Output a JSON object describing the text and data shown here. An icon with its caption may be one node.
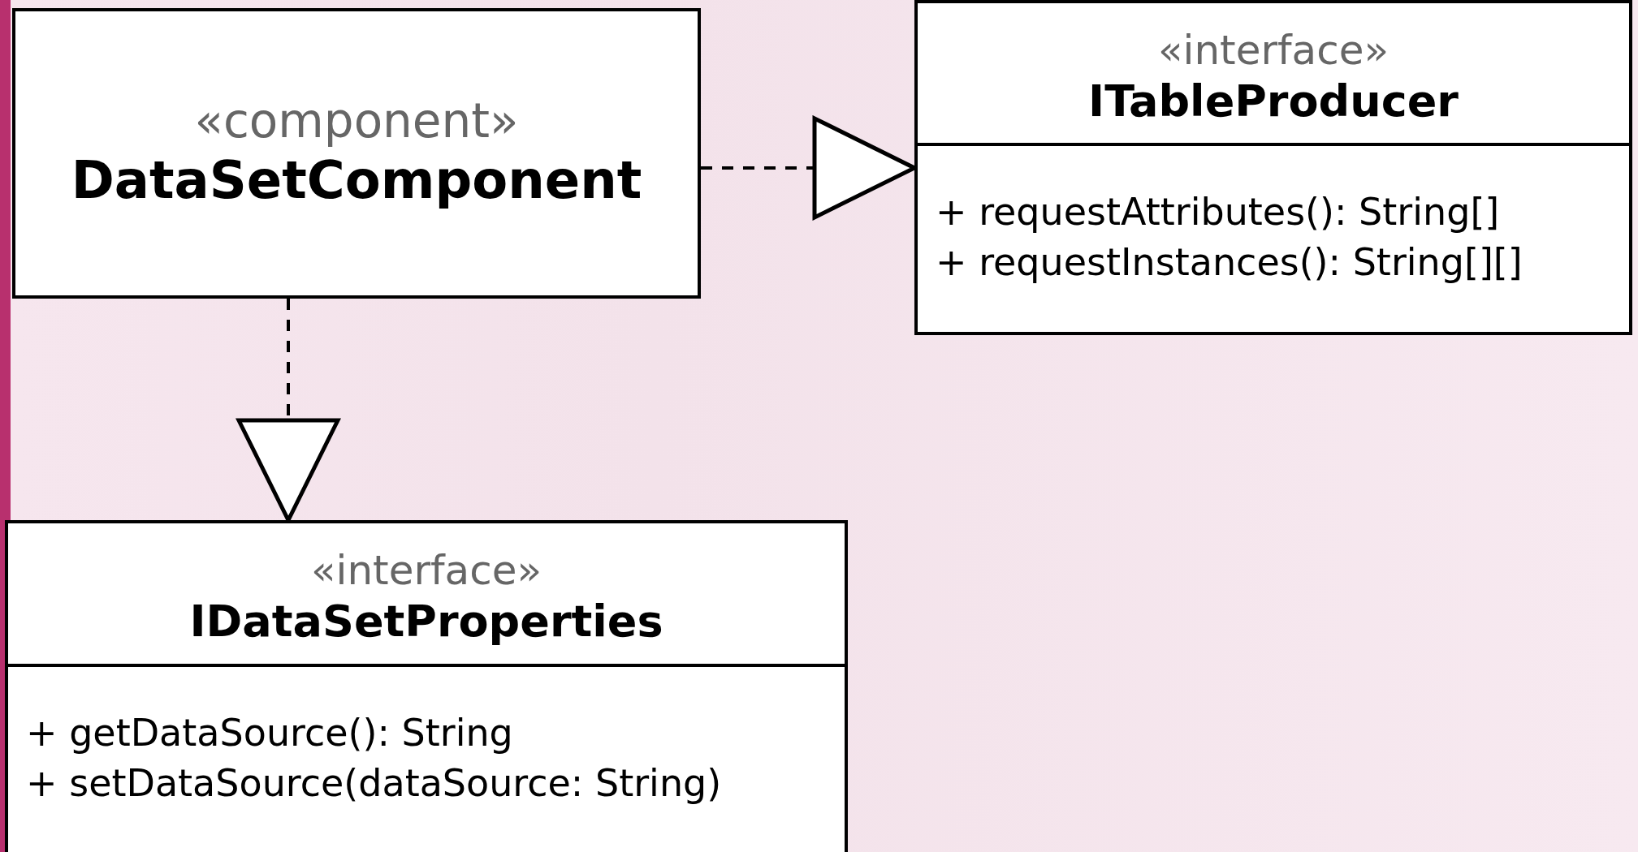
{
  "diagram": {
    "nodes": [
      {
        "text": [
          "«component»",
          "DataSetComponent"
        ]
      },
      {
        "text": [
          "«interface»",
          "ITableProducer",
          "+ requestAttributes(): String[]",
          "+ requestInstances(): String[][]"
        ]
      },
      {
        "text": [
          "«interface»",
          "IDataSetProperties",
          "+ getDataSource(): String",
          "+ setDataSource(dataSource: String)"
        ]
      }
    ],
    "edges": [
      {
        "from": 0,
        "to": 1,
        "arrow": "to",
        "style": "dashed"
      },
      {
        "from": 0,
        "to": 2,
        "arrow": "to",
        "style": "dashed"
      }
    ]
  }
}
